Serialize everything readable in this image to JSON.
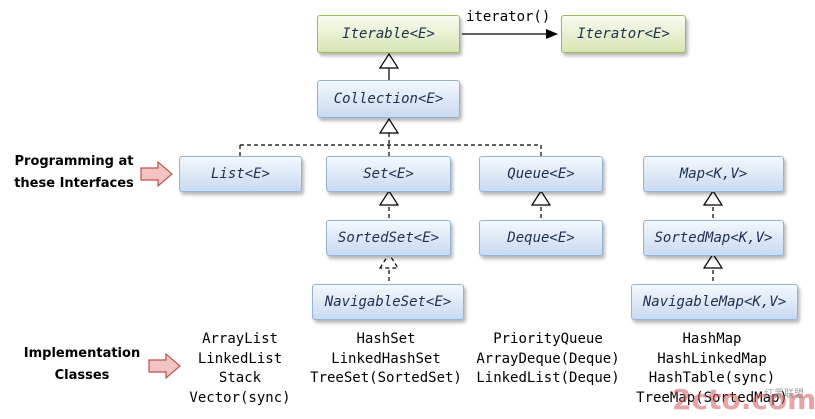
{
  "labels": {
    "programming": [
      "Programming at",
      "these Interfaces"
    ],
    "implementation": [
      "Implementation",
      "Classes"
    ]
  },
  "interfaces": {
    "iterable": "Iterable<E>",
    "iterator": "Iterator<E>",
    "collection": "Collection<E>",
    "list": "List<E>",
    "set": "Set<E>",
    "queue": "Queue<E>",
    "map": "Map<K,V>",
    "sorted_set": "SortedSet<E>",
    "deque": "Deque<E>",
    "sorted_map": "SortedMap<K,V>",
    "navigable_set": "NavigableSet<E>",
    "navigable_map": "NavigableMap<K,V>"
  },
  "edge_label": "iterator()",
  "implementations": {
    "list": [
      "ArrayList",
      "LinkedList",
      "Stack",
      "Vector(sync)"
    ],
    "set": [
      "HashSet",
      "LinkedHashSet",
      "TreeSet(SortedSet)"
    ],
    "queue": [
      "PriorityQueue",
      "ArrayDeque(Deque)",
      "LinkedList(Deque)"
    ],
    "map": [
      "HashMap",
      "HashLinkedMap",
      "HashTable(sync)",
      "TreeMap(SortedMap)"
    ]
  },
  "watermark": "2cto.com",
  "watermark_sub": "红黑联盟",
  "colors": {
    "box_border": "#95b3d7",
    "green_border": "#9bbb59",
    "arrow_fill": "#e9a7a7",
    "arrow_stroke": "#c0504d"
  }
}
